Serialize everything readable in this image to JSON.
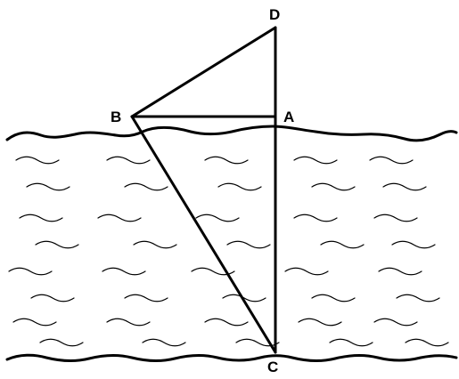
{
  "diagram": {
    "points": {
      "A": "A",
      "B": "B",
      "C": "C",
      "D": "D"
    },
    "segments": [
      "BD",
      "DC",
      "BA",
      "BC"
    ],
    "regions": [
      "river-water",
      "near-bank",
      "far-bank"
    ]
  }
}
